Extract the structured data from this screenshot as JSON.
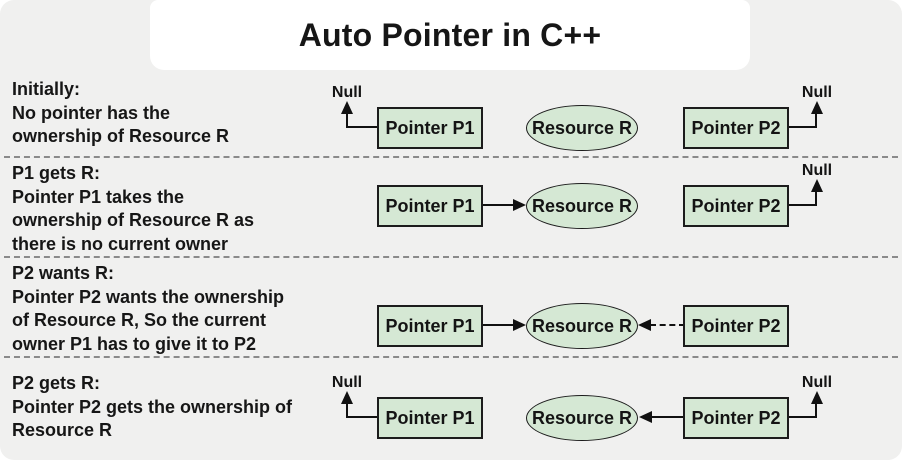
{
  "title": "Auto Pointer in C++",
  "labels": {
    "pointer_p1": "Pointer P1",
    "pointer_p2": "Pointer P2",
    "resource_r": "Resource R",
    "null_value": "Null"
  },
  "rows": [
    {
      "lines": [
        "Initially:",
        "No pointer has the",
        "ownership of Resource R"
      ]
    },
    {
      "lines": [
        "P1 gets R:",
        "Pointer P1 takes the",
        "ownership of Resource R as",
        "there is no current owner"
      ]
    },
    {
      "lines": [
        "P2 wants R:",
        "Pointer P2 wants the ownership",
        "of Resource R, So the current",
        "owner P1 has to give it to P2"
      ]
    },
    {
      "lines": [
        "P2 gets R:",
        "Pointer P2 gets the ownership of",
        "Resource R"
      ]
    }
  ],
  "colors": {
    "background": "#f0f0ef",
    "title_card": "#ffffff",
    "node_fill": "#d5e8d4",
    "node_border": "#1c1c1c",
    "arrow": "#111111",
    "separator": "#8a8a8a"
  }
}
